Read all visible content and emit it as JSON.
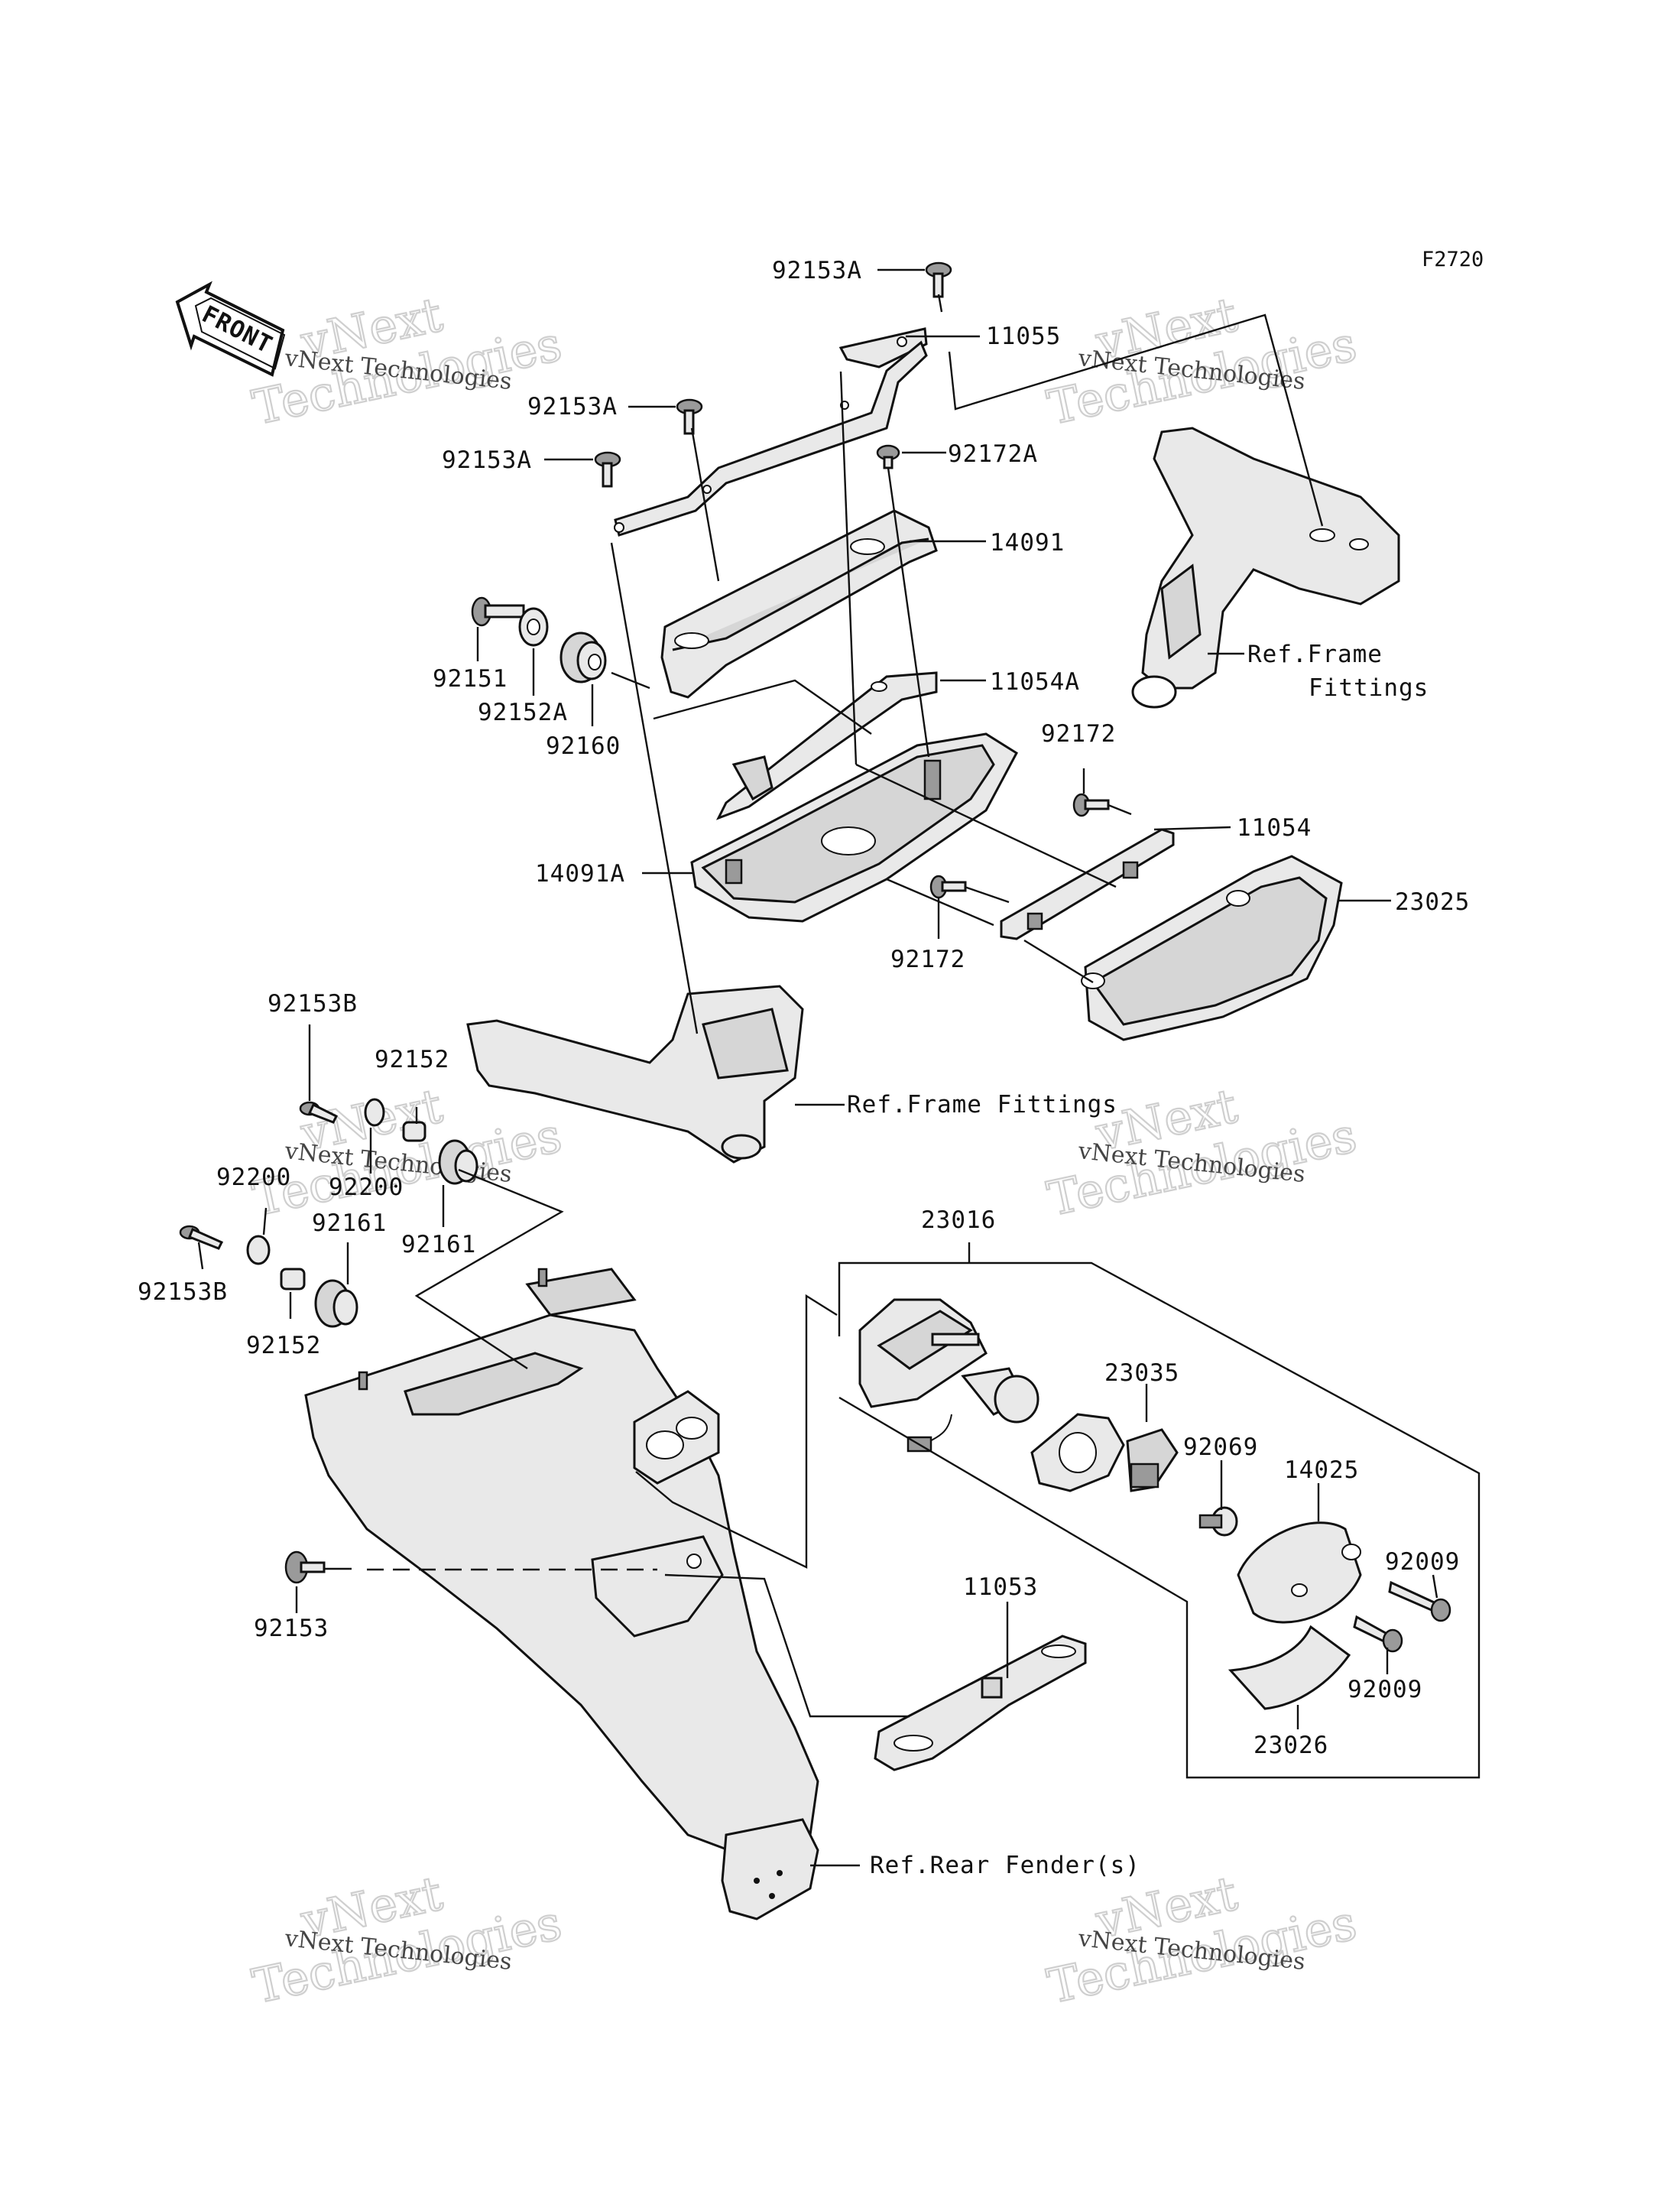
{
  "figure_code": "F2720",
  "front_label": "FRONT",
  "watermark": {
    "line1": "vNext",
    "line2": "Technologies",
    "small": "vNext Technologies"
  },
  "labels": {
    "p92153A_top": "92153A",
    "p11055": "11055",
    "p92153A_mid": "92153A",
    "p92153A_left": "92153A",
    "p92172A": "92172A",
    "p14091": "14091",
    "p92151": "92151",
    "p92152A": "92152A",
    "p92160": "92160",
    "p11054A": "11054A",
    "p92172_top": "92172",
    "p11054": "11054",
    "p14091A": "14091A",
    "p23025": "23025",
    "p92172_bot": "92172",
    "ref_frame_1a": "Ref.Frame",
    "ref_frame_1b": "Fittings",
    "p92153B_top": "92153B",
    "p92152_top": "92152",
    "ref_frame_2": "Ref.Frame Fittings",
    "p92200_left": "92200",
    "p92200_mid": "92200",
    "p92161_left": "92161",
    "p92161_right": "92161",
    "p92153B_bot": "92153B",
    "p92152_bot": "92152",
    "p23016": "23016",
    "p23035": "23035",
    "p92069": "92069",
    "p14025": "14025",
    "p92009_top": "92009",
    "p92009_bot": "92009",
    "p92153": "92153",
    "p11053": "11053",
    "p23026": "23026",
    "ref_rear_fender": "Ref.Rear Fender(s)"
  }
}
